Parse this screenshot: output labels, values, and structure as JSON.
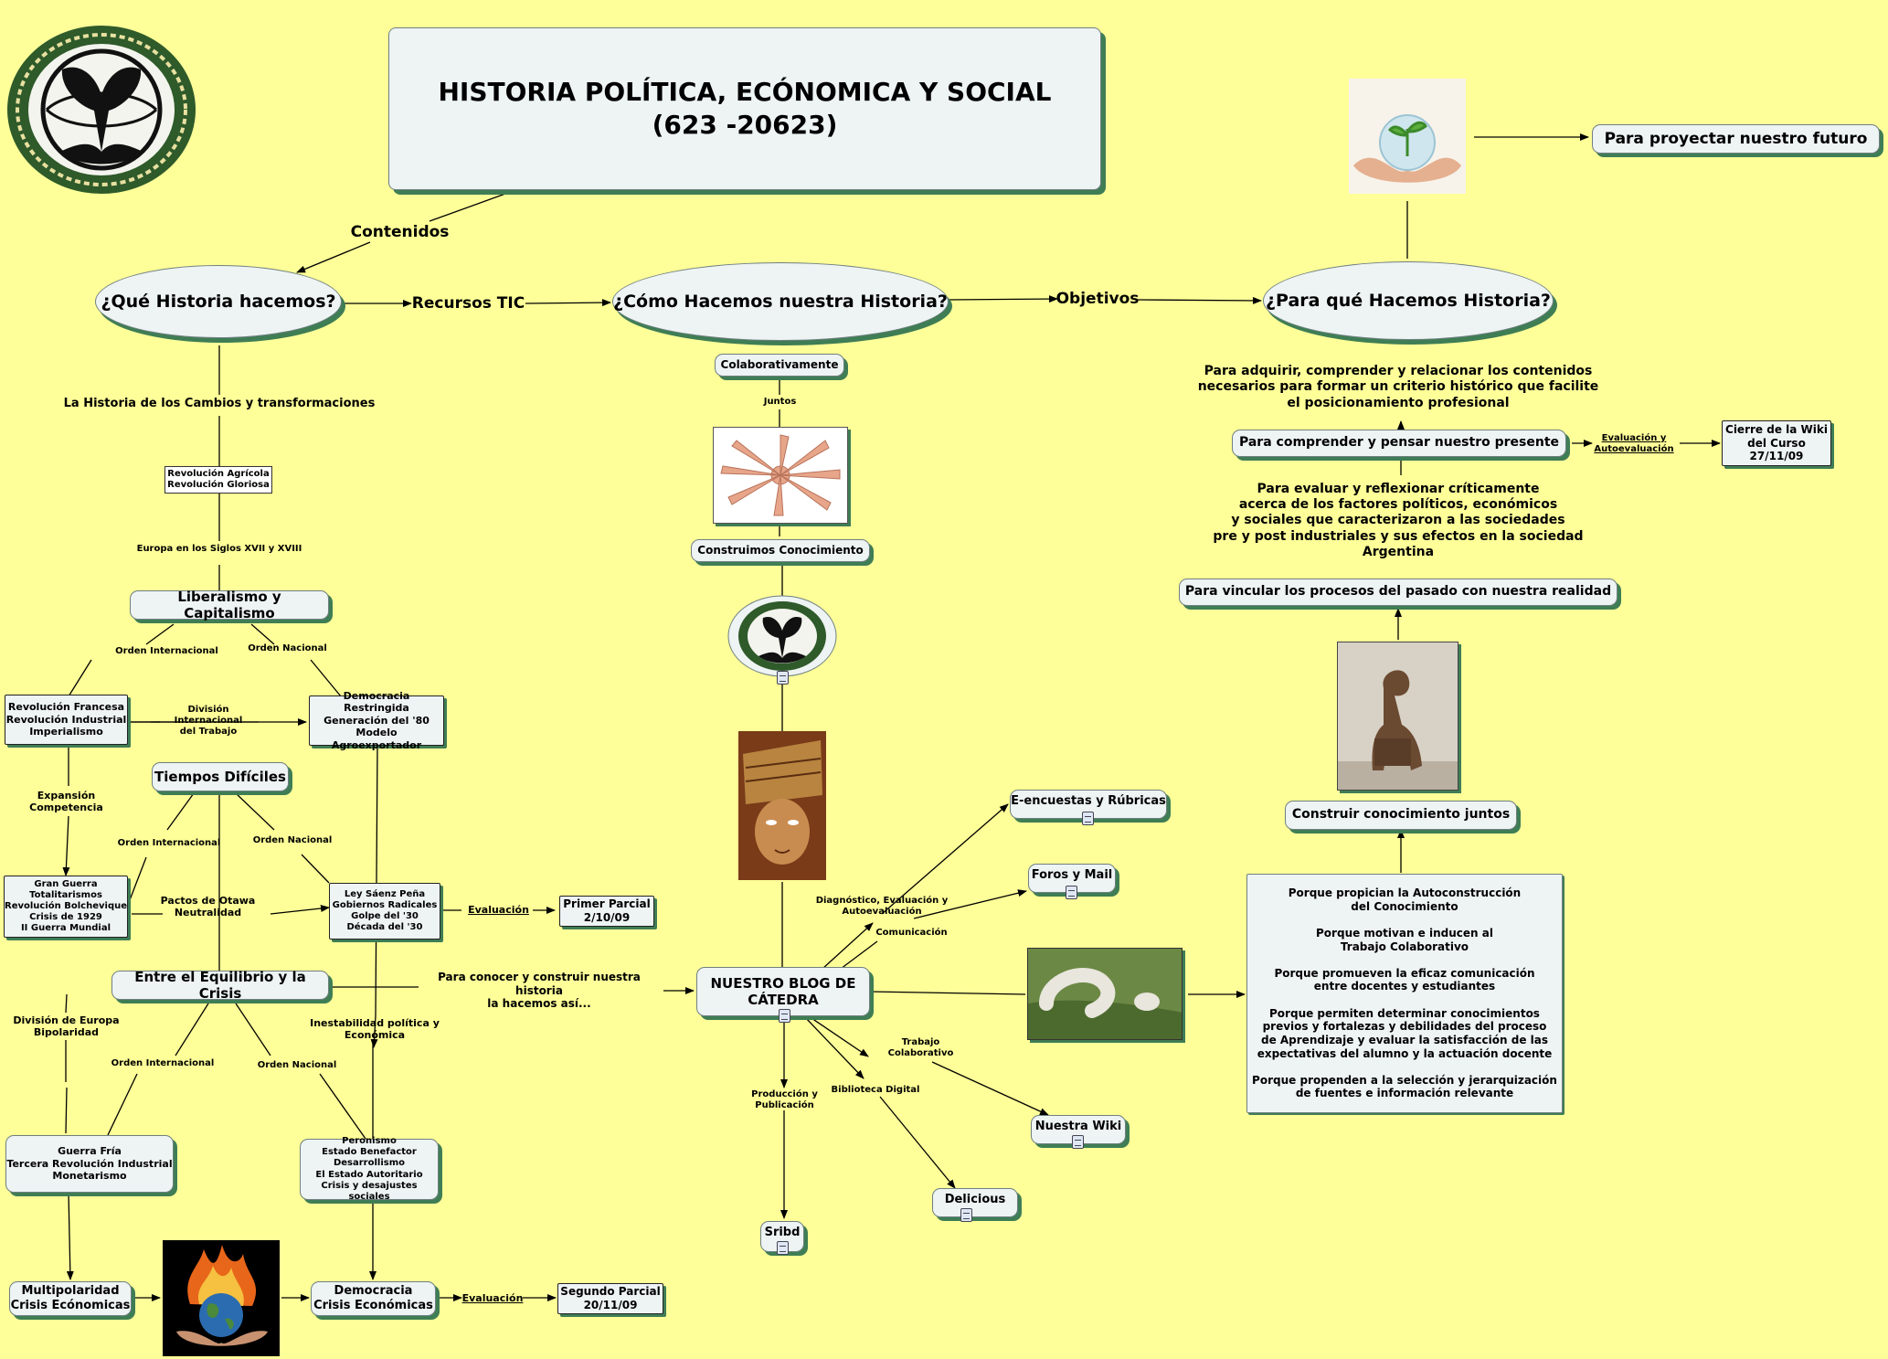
{
  "title": "HISTORIA POLÍTICA, ECÓNOMICA Y SOCIAL\n(623 -20623)",
  "colors": {
    "background": "#ffff99",
    "node_fill": "#eef3f3",
    "node_shadow": "#3f7d55",
    "line": "#000000"
  },
  "icons": {
    "logo": "celtic-tree-of-life-icon",
    "attachment": "document-attachment-icon"
  },
  "main_nodes": {
    "que": "¿Qué Historia hacemos?",
    "como": "¿Cómo Hacemos nuestra Historia?",
    "para_que": "¿Para qué Hacemos Historia?"
  },
  "link_labels": {
    "contenidos": "Contenidos",
    "recursos": "Recursos TIC",
    "objetivos": "Objetivos",
    "historia_cambios": "La Historia de los Cambios y transformaciones",
    "europa": "Europa en los Siglos XVII y XVIII",
    "orden_int_1": "Orden Internacional",
    "orden_nac_1": "Orden Nacional",
    "division_trabajo": "División Internacional\ndel Trabajo",
    "expansion": "Expansión\nCompetencia",
    "orden_int_2": "Orden Internacional",
    "orden_nac_2": "Orden Nacional",
    "pactos": "Pactos de Otawa\nNeutralidad",
    "evaluacion_1": "Evaluación",
    "para_conocer": "Para conocer y construir nuestra historia\nla hacemos así...",
    "division_europa": "División de Europa\nBipolaridad",
    "inestabilidad": "Inestabilidad política y\nEconómica",
    "orden_int_3": "Orden Internacional",
    "orden_nac_3": "Orden Nacional",
    "evaluacion_2": "Evaluación",
    "juntos": "Juntos",
    "diagnostico": "Diagnóstico, Evaluación y Autoevaluación",
    "comunicacion": "Comunicación",
    "trabajo_colab": "Trabajo Colaborativo",
    "biblioteca": "Biblioteca Digital",
    "produccion": "Producción y\nPublicación",
    "evaluacion_auto": "Evaluación y\nAutoevaluación"
  },
  "left": {
    "revolucion_agricola": "Revolución Agrícola\nRevolución Gloriosa",
    "liberalismo": "Liberalismo y Capitalismo",
    "revolucion_francesa": "Revolución Francesa\nRevolución Industrial\nImperialismo",
    "democracia_restringida": "Democracia Restringida\nGeneración del '80\nModelo Agroexportador",
    "tiempos": "Tiempos Difíciles",
    "gran_guerra": "Gran Guerra\nTotalitarismos\nRevolución Bolchevique\nCrisis de 1929\nII Guerra Mundial",
    "saenz_pena": "Ley Sáenz Peña\nGobiernos Radicales\nGolpe del '30\nDécada del '30",
    "primer_parcial": "Primer Parcial\n2/10/09",
    "equilibrio": "Entre el Equilibrio y la Crisis",
    "guerra_fria": "Guerra Fría\nTercera Revolución Industrial\nMonetarismo",
    "peronismo": "Peronismo\nEstado Benefactor\nDesarrollismo\nEl Estado Autoritario\nCrisis y desajustes sociales",
    "multipolaridad": "Multipolaridad\nCrisis Ecónomicas",
    "democracia": "Democracia\nCrisis Económicas",
    "segundo_parcial": "Segundo Parcial\n20/11/09"
  },
  "center": {
    "colaborativamente": "Colaborativamente",
    "construimos": "Construimos Conocimiento",
    "blog": "NUESTRO BLOG DE\nCÁTEDRA",
    "encuestas": "E-encuestas y Rúbricas",
    "foros": "Foros y Mail",
    "wiki": "Nuestra Wiki",
    "delicious": "Delicious",
    "scribd": "Sribd"
  },
  "right": {
    "proyectar": "Para proyectar nuestro futuro",
    "adquirir": "Para adquirir, comprender y relacionar los contenidos\nnecesarios para formar un criterio histórico que facilite\nel posicionamiento profesional",
    "comprender": "Para comprender y pensar nuestro presente",
    "cierre": "Cierre de la Wiki\ndel Curso\n27/11/09",
    "evaluar": "Para evaluar y reflexionar críticamente\nacerca de los factores políticos, económicos\ny sociales que caracterizaron a las sociedades\npre y post industriales y sus efectos en la sociedad\nArgentina",
    "vincular": "Para vincular los procesos del pasado con nuestra realidad",
    "construir": "Construir conocimiento juntos",
    "porque": "Porque propician la Autoconstrucción\ndel Conocimiento\n\nPorque motivan e inducen al\nTrabajo Colaborativo\n\nPorque promueven la eficaz comunicación\nentre docentes y estudiantes\n\nPorque permiten determinar conocimientos\nprevios y fortalezas y debilidades del proceso\nde Aprendizaje y evaluar la satisfacción de las\nexpectativas del alumno y la actuación docente\n\nPorque propenden a la selección y jerarquización\nde fuentes e información relevante"
  }
}
